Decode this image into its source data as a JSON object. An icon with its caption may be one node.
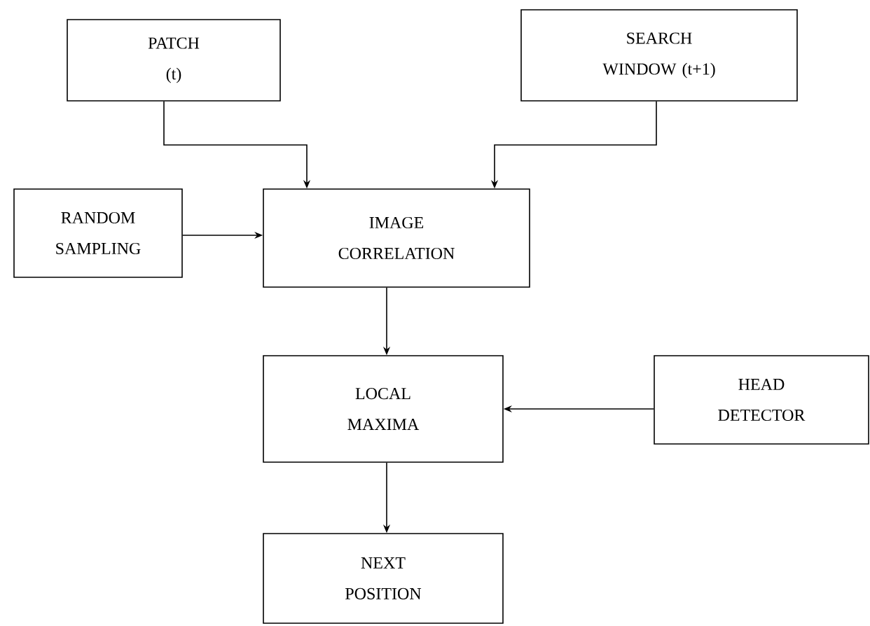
{
  "diagram": {
    "nodes": [
      {
        "text": [
          "PATCH (t)"
        ]
      },
      {
        "text": [
          "SEARCH WINDOW (t+1)"
        ]
      },
      {
        "text": [
          "RANDOM SAMPLING"
        ]
      },
      {
        "text": [
          "IMAGE CORRELATION"
        ]
      },
      {
        "text": [
          "LOCAL MAXIMA"
        ]
      },
      {
        "text": [
          "HEAD DETECTOR"
        ]
      },
      {
        "text": [
          "NEXT POSITION"
        ]
      }
    ],
    "edges": [
      {
        "from": 0,
        "to": 3,
        "arrow": "to"
      },
      {
        "from": 1,
        "to": 3,
        "arrow": "to"
      },
      {
        "from": 2,
        "to": 3,
        "arrow": "to"
      },
      {
        "from": 3,
        "to": 4,
        "arrow": "to"
      },
      {
        "from": 5,
        "to": 4,
        "arrow": "to"
      },
      {
        "from": 4,
        "to": 6,
        "arrow": "to"
      }
    ]
  }
}
